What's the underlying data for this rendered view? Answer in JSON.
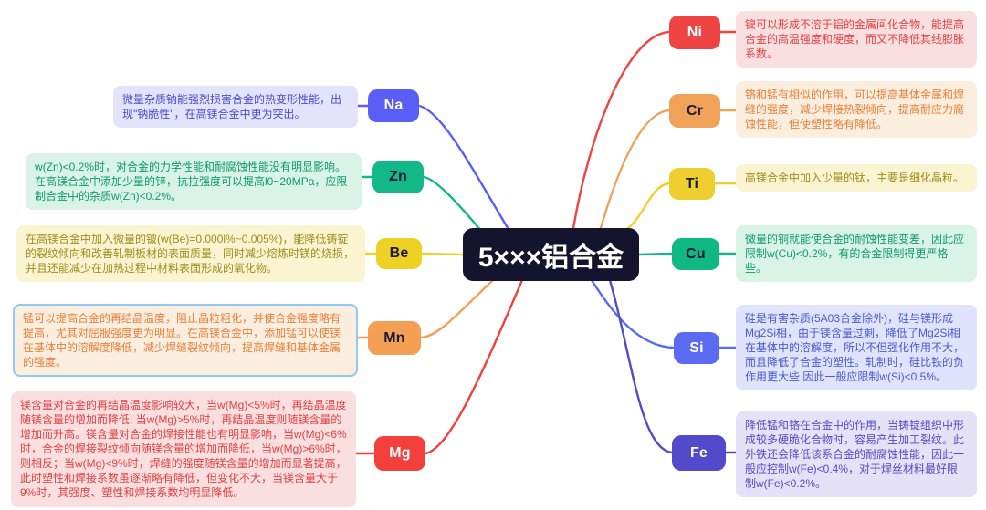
{
  "center": {
    "label": "5×××铝合金",
    "bg": "#14142E",
    "text_color": "#FFFFFF"
  },
  "branches": {
    "na": {
      "label": "Na",
      "side": "left",
      "note": "微量杂质钠能强烈损害合金的热变形性能，出现\"钠脆性\"，在高镁合金中更为突出。",
      "colors": {
        "node_bg": "#5B5EF4",
        "node_text": "#FFFFFF",
        "line": "#5B5EF4",
        "note_bg": "#E3E4FC",
        "note_text": "#4D4EC9"
      }
    },
    "zn": {
      "label": "Zn",
      "side": "left",
      "note": "w(Zn)<0.2%时，对合金的力学性能和耐腐蚀性能没有明显影响。在高镁合金中添加少量的锌，抗拉强度可以提高l0~20MPa，应限制合金中的杂质w(Zn)<0.2%。",
      "colors": {
        "node_bg": "#12B886",
        "node_text": "#13163A",
        "line": "#12B886",
        "note_bg": "#D9F4E7",
        "note_text": "#11996D"
      }
    },
    "be": {
      "label": "Be",
      "side": "left",
      "note": "在高镁合金中加入微量的铍(w(Be)=0.000l%~0.005%)，能降低铸锭的裂纹倾向和改善轧制板材的表面质量，同时减少熔炼时镁的烧损，并且还能减少在加热过程中材料表面形成的氧化物。",
      "colors": {
        "node_bg": "#EFD126",
        "node_text": "#1A1B3A",
        "line": "#EFD126",
        "note_bg": "#FBF4D0",
        "note_text": "#9E8C1E"
      }
    },
    "mn": {
      "label": "Mn",
      "side": "left",
      "note": "锰可以提高合金的再结晶温度，阻止晶粒粗化，并使合金强度略有提高，尤其对屈服强度更为明显。在高镁合金中，添加锰可以使镁在基体中的溶解度降低，减少焊缝裂纹倾向，提高焊缝和基体金属的强度。",
      "colors": {
        "node_bg": "#F59F54",
        "node_text": "#1A1B3A",
        "line": "#F59F54",
        "note_bg": "#FCEEDF",
        "note_text": "#E5813B",
        "note_border": "#8DCBF2"
      }
    },
    "mg": {
      "label": "Mg",
      "side": "left",
      "note": "镁含量对合金的再结晶温度影响较大，当w(Mg)<5%时，再结晶温度随镁含量的增加而降低; 当w(Mg)>5%时，再结晶温度则随镁含量的增加而升高。镁含量对合金的焊接性能也有明显影响，当w(Mg)<6%时，合金的焊接裂纹倾向随镁含量的增加而降低，当w(Mg)>6%时，则相反；当w(Mg)<9%时，焊缝的强度随镁含量的增加而显著提高，此时塑性和焊接系数虽逐渐略有降低，但变化不大，当镁含量大于9%时，其强度、塑性和焊接系数均明显降低。",
      "colors": {
        "node_bg": "#F4403C",
        "node_text": "#FFFFFF",
        "line": "#F4403C",
        "note_bg": "#FADFE1",
        "note_text": "#DF4343"
      }
    },
    "ni": {
      "label": "Ni",
      "side": "right",
      "note": "镍可以形成不溶于铝的金属间化合物，能提高合金的高温强度和硬度，而又不降低其线膨胀系数。",
      "colors": {
        "node_bg": "#EF4444",
        "node_text": "#FFFFFF",
        "line": "#EF4444",
        "note_bg": "#FADFE1",
        "note_text": "#DF4343"
      }
    },
    "cr": {
      "label": "Cr",
      "side": "right",
      "note": "铬和锰有相似的作用，可以提高基体金属和焊缝的强度，减少焊接热裂倾向，提高耐应力腐蚀性能，但使塑性略有降低。",
      "colors": {
        "node_bg": "#EFA258",
        "node_text": "#1A1B3A",
        "line": "#EFA258",
        "note_bg": "#FCEEDF",
        "note_text": "#E5813B"
      }
    },
    "ti": {
      "label": "Ti",
      "side": "right",
      "note": "高镁合金中加入少量的钛，主要是细化晶粒。",
      "colors": {
        "node_bg": "#EFCF2D",
        "node_text": "#1A1B3A",
        "line": "#EFCF2D",
        "note_bg": "#FBF4D0",
        "note_text": "#9E8C1E"
      }
    },
    "cu": {
      "label": "Cu",
      "side": "right",
      "note": "微量的铜就能使合金的耐蚀性能变差，因此应限制w(Cu)<0.2%，有的合金限制得更严格些。",
      "colors": {
        "node_bg": "#10B981",
        "node_text": "#13163A",
        "line": "#10B981",
        "note_bg": "#D9F4E7",
        "note_text": "#11996D"
      }
    },
    "si": {
      "label": "Si",
      "side": "right",
      "note": "硅是有害杂质(5A03合金除外)，硅与镁形成Mg2Si相，由于镁含量过剩，降低了Mg2Si相在基体中的溶解度，所以不但强化作用不大，而且降低了合金的塑性。轧制时，硅比铁的负作用更大些.因此一般应限制w(Si)<0.5%。",
      "colors": {
        "node_bg": "#5A6BF2",
        "node_text": "#FFFFFF",
        "line": "#5A6BF2",
        "note_bg": "#DFE3FB",
        "note_text": "#4A5ACF"
      }
    },
    "fe": {
      "label": "Fe",
      "side": "right",
      "note": "降低锰和铬在合金中的作用，当铸锭组织中形成较多硬脆化合物时，容易产生加工裂纹。此外铁还会降低该系合金的耐腐蚀性能，因此一般应控制w(Fe)<0.4%，对于焊丝材料最好限制w(Fe)<0.2%。",
      "colors": {
        "node_bg": "#5349CB",
        "node_text": "#FFFFFF",
        "line": "#5349CB",
        "note_bg": "#E5E1F7",
        "note_text": "#5A4AC5"
      }
    }
  }
}
